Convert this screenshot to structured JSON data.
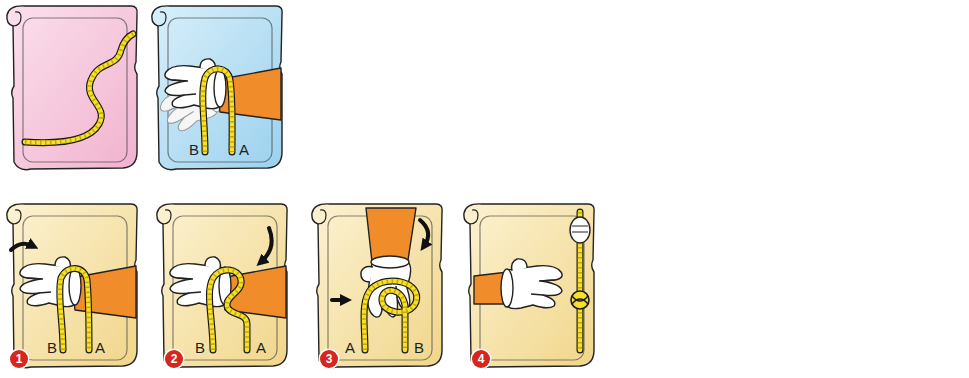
{
  "diagram": {
    "labels": [
      "B",
      "A",
      "B",
      "A",
      "1",
      "B",
      "A",
      "2",
      "A",
      "B",
      "3",
      "4"
    ]
  }
}
